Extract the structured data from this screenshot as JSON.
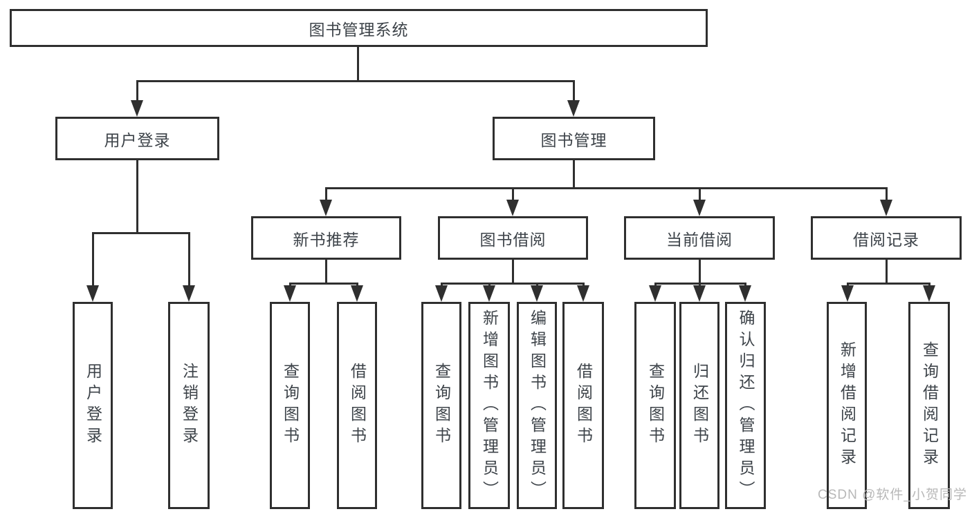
{
  "diagram": {
    "type": "hierarchy-tree",
    "root": {
      "label": "图书管理系统"
    },
    "branches": [
      {
        "label": "用户登录",
        "children": [
          {
            "label": "用户登录"
          },
          {
            "label": "注销登录"
          }
        ]
      },
      {
        "label": "图书管理",
        "children": [
          {
            "label": "新书推荐",
            "children": [
              {
                "label": "查询图书"
              },
              {
                "label": "借阅图书"
              }
            ]
          },
          {
            "label": "图书借阅",
            "children": [
              {
                "label": "查询图书"
              },
              {
                "label": "新增图书（管理员）"
              },
              {
                "label": "编辑图书（管理员）"
              },
              {
                "label": "借阅图书"
              }
            ]
          },
          {
            "label": "当前借阅",
            "children": [
              {
                "label": "查询图书"
              },
              {
                "label": "归还图书"
              },
              {
                "label": "确认归还（管理员）"
              }
            ]
          },
          {
            "label": "借阅记录",
            "children": [
              {
                "label": "新增借阅记录"
              },
              {
                "label": "查询借阅记录"
              }
            ]
          }
        ]
      }
    ],
    "watermark": "CSDN @软件_小贺同学",
    "colors": {
      "line": "#2f2f2f",
      "text": "#3d4349",
      "background": "#ffffff",
      "watermark": "#b8b8b8"
    }
  }
}
